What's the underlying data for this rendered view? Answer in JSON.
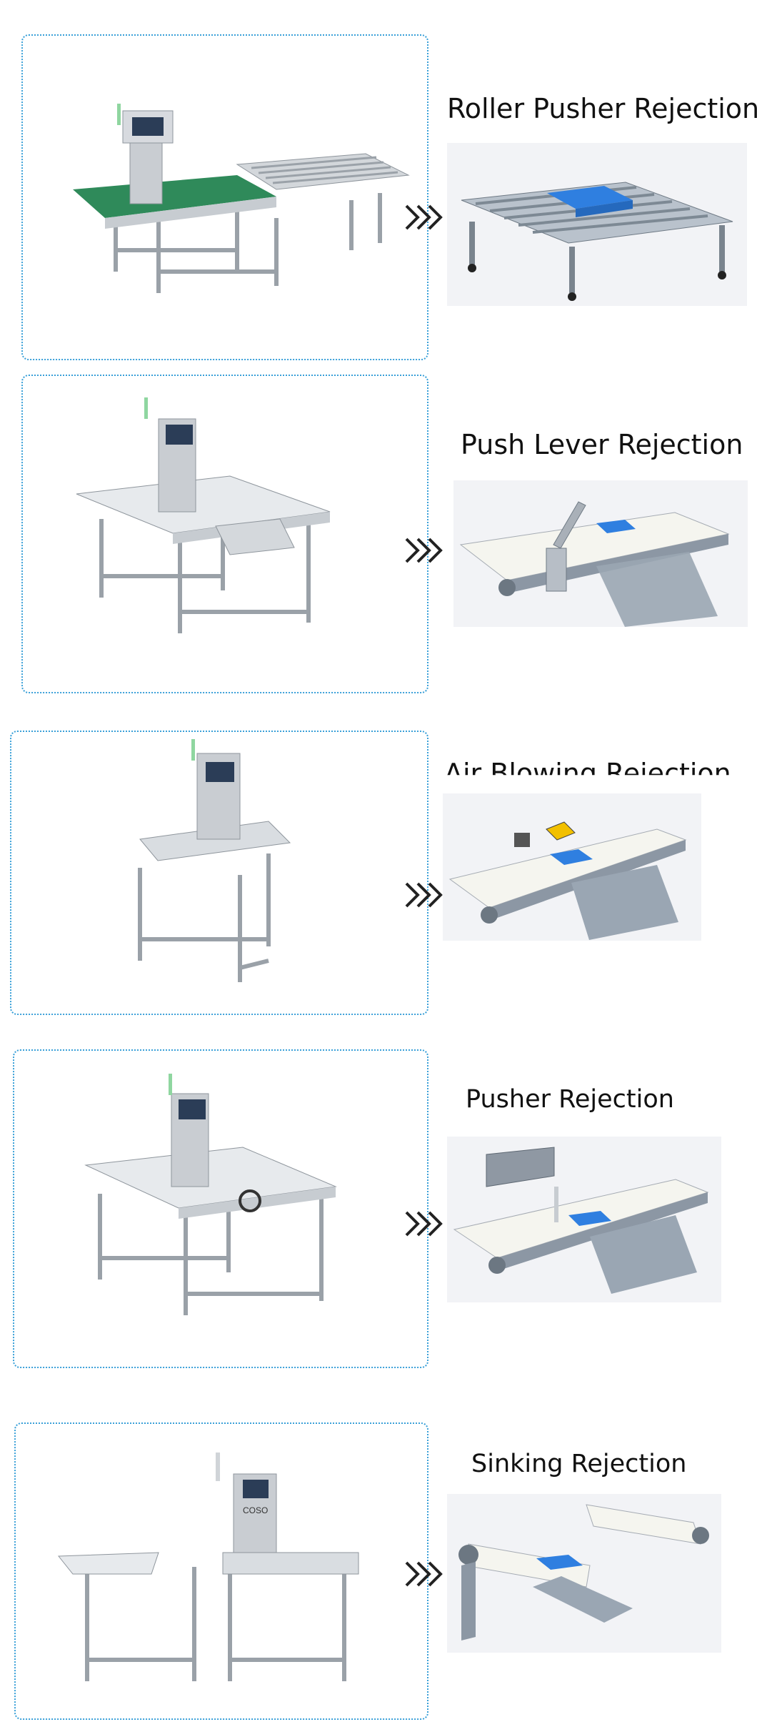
{
  "sections": [
    {
      "title": "Roller Pusher Rejection"
    },
    {
      "title": "Push Lever Rejection"
    },
    {
      "title": "Air Blowing Rejection"
    },
    {
      "title": "Pusher Rejection"
    },
    {
      "title": "Sinking Rejection"
    }
  ],
  "machine_brand": "COSO",
  "colors": {
    "panel_border": "#3aa0d8",
    "product_blue": "#2f7fe0",
    "steel": "#b9bfc6",
    "belt_green": "#2f8a5a"
  }
}
